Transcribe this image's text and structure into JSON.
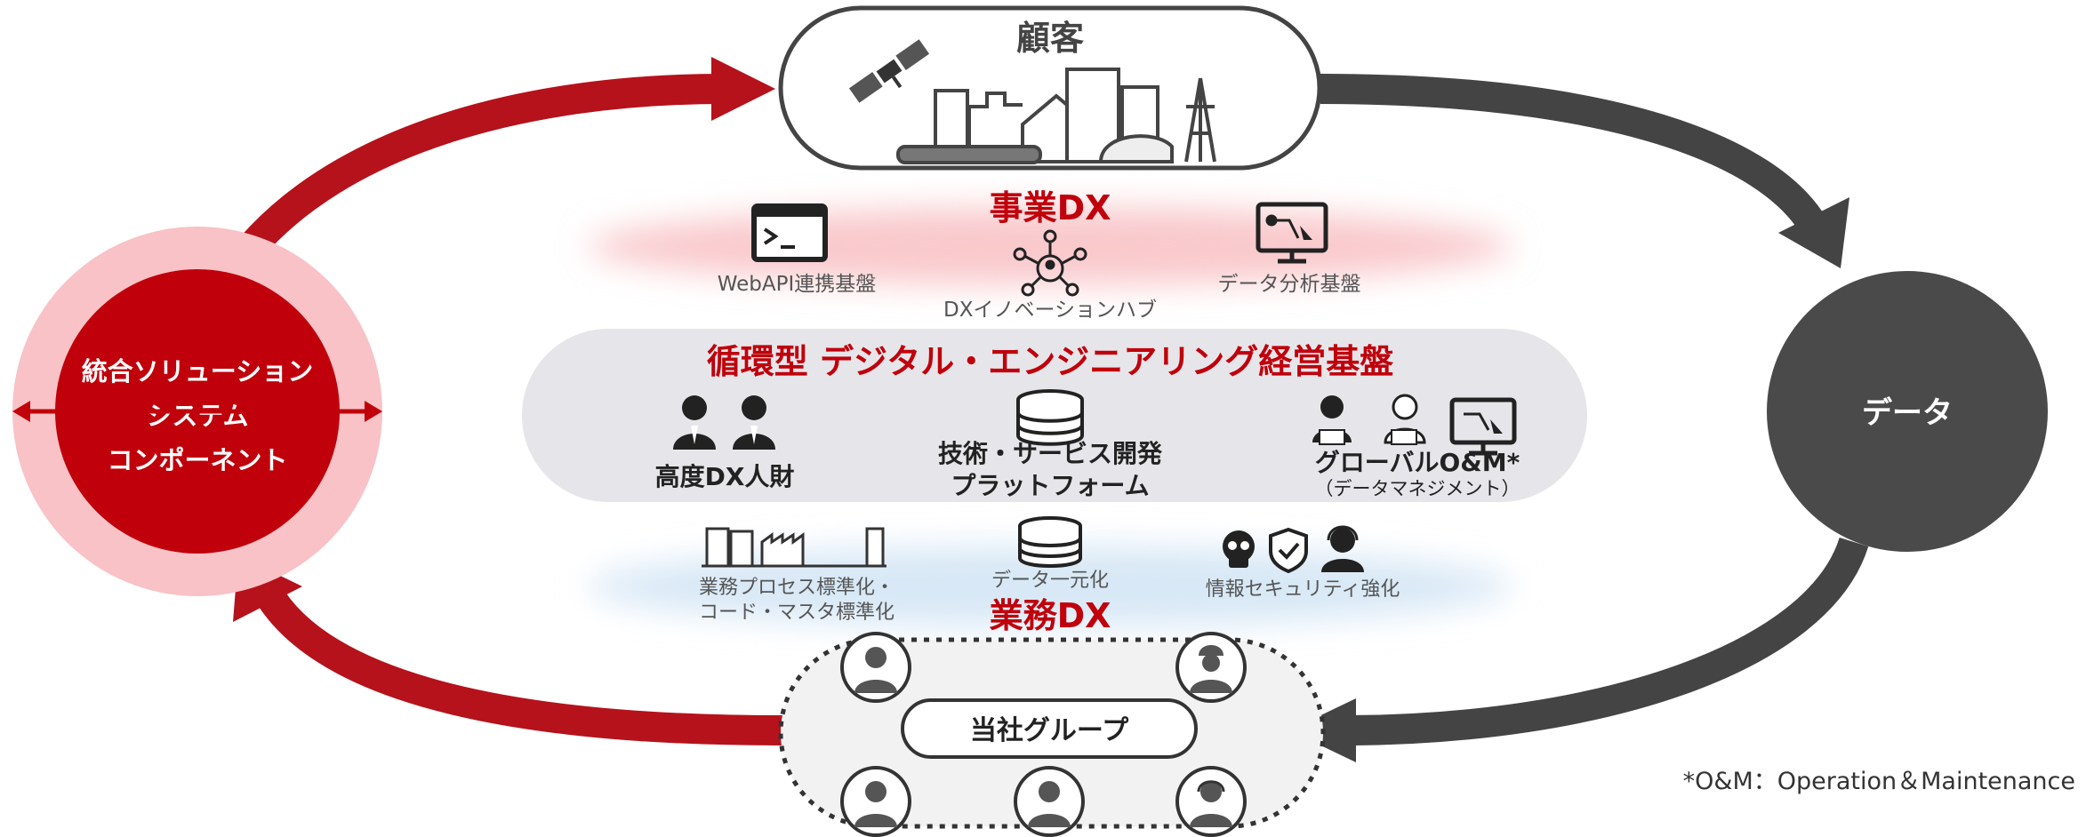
{
  "customer": {
    "title": "顧客"
  },
  "data_node": {
    "label": "データ"
  },
  "integrated": {
    "lines": [
      "統合ソリューション",
      "システム",
      "コンポーネント"
    ]
  },
  "business_dx": {
    "title": "事業DX",
    "items": {
      "webapi": "WebAPI連携基盤",
      "innovation": "DXイノベーションハブ",
      "analytics": "データ分析基盤"
    }
  },
  "platform": {
    "title": "循環型 デジタル・エンジニアリング経営基盤",
    "talent": "高度DX人財",
    "devplatform": [
      "技術・サービス開発",
      "プラットフォーム"
    ],
    "global": "グローバルO&M*",
    "global_sub": "（データマネジメント）"
  },
  "operations_dx": {
    "title": "業務DX",
    "items": {
      "standardize": [
        "業務プロセス標準化・",
        "コード・マスタ標準化"
      ],
      "unify": "データ一元化",
      "security": "情報セキュリティ強化"
    }
  },
  "group": {
    "label": "当社グループ"
  },
  "footnote": "*O&M：Operation＆Maintenance",
  "colors": {
    "red": "#b5121b",
    "dark_red": "#c0000b",
    "gray": "#4a4a4a",
    "pink_band": "#f9c9cc",
    "blue_band": "#d8e8f6",
    "platform_bg": "#e6e6ea"
  },
  "icons": [
    "satellite-icon",
    "city-icon",
    "terminal-icon",
    "network-hub-icon",
    "analytics-monitor-icon",
    "business-person-icon",
    "database-icon",
    "engineer-icon",
    "factory-icon",
    "skull-icon",
    "shield-check-icon",
    "support-headset-icon",
    "person-avatar-icon"
  ]
}
